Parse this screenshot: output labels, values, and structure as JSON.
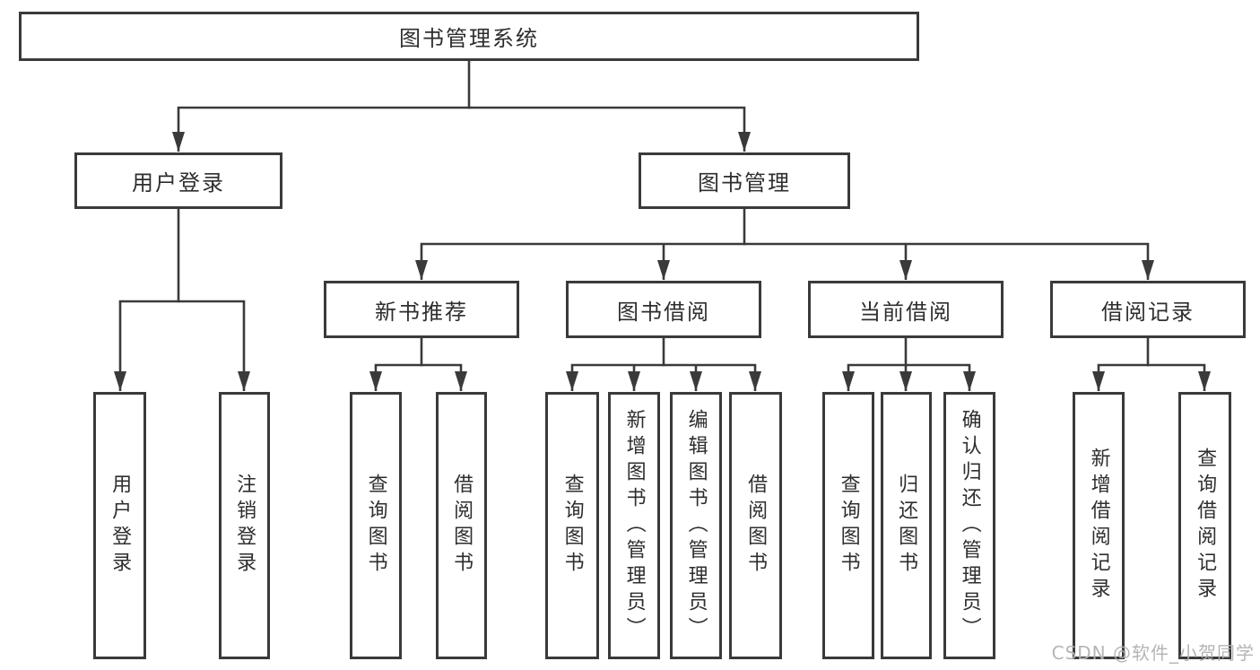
{
  "diagram": {
    "title": "图书管理系统",
    "tree": {
      "root": "图书管理系统",
      "branches": [
        {
          "label": "用户登录",
          "children": [
            "用户登录",
            "注销登录"
          ]
        },
        {
          "label": "图书管理",
          "children": [
            {
              "label": "新书推荐",
              "children": [
                "查询图书",
                "借阅图书"
              ]
            },
            {
              "label": "图书借阅",
              "children": [
                "查询图书",
                "新增图书（管理员）",
                "编辑图书（管理员）",
                "借阅图书"
              ]
            },
            {
              "label": "当前借阅",
              "children": [
                "查询图书",
                "归还图书",
                "确认归还（管理员）"
              ]
            },
            {
              "label": "借阅记录",
              "children": [
                "新增借阅记录",
                "查询借阅记录"
              ]
            }
          ]
        }
      ]
    },
    "colors": {
      "line": "#3a3a3a",
      "box_border": "#3a3a3a",
      "box_fill": "#ffffff",
      "text": "#2e2e2e",
      "background": "#ffffff",
      "watermark": "#b2b2b2"
    },
    "watermark": "CSDN @软件_小贺同学"
  }
}
